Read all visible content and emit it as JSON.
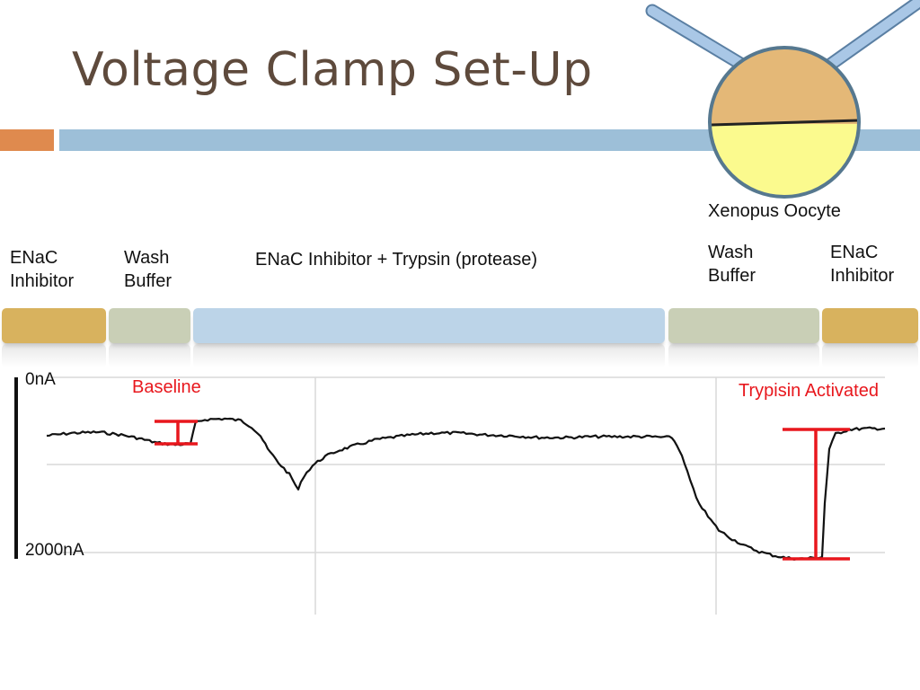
{
  "slide": {
    "title": "Voltage Clamp Set-Up"
  },
  "oocyte": {
    "label": "Xenopus Oocyte",
    "top_color": "#e4b877",
    "bottom_color": "#fbfa8e",
    "pipette_color": "#a9c7e6"
  },
  "segments": [
    {
      "label": "ENaC\nInhibitor",
      "color": "#d8b25e"
    },
    {
      "label": "Wash\nBuffer",
      "color": "#c9cfb6"
    },
    {
      "label": "ENaC Inhibitor + Trypsin (protease)",
      "color": "#bcd4e8"
    },
    {
      "label": "Wash\nBuffer",
      "color": "#c9cfb6"
    },
    {
      "label": "ENaC\nInhibitor",
      "color": "#d8b25e"
    }
  ],
  "axis": {
    "top_label": "0nA",
    "bottom_label": "2000nA"
  },
  "annotations": {
    "baseline": "Baseline",
    "trypsin": "Trypisin Activated",
    "color": "#e8171d"
  },
  "trace": {
    "points": [
      [
        52,
        485
      ],
      [
        80,
        482
      ],
      [
        110,
        481
      ],
      [
        135,
        484
      ],
      [
        155,
        488
      ],
      [
        175,
        493
      ],
      [
        195,
        495
      ],
      [
        212,
        494
      ],
      [
        218,
        470
      ],
      [
        228,
        467
      ],
      [
        250,
        466
      ],
      [
        268,
        468
      ],
      [
        280,
        475
      ],
      [
        290,
        485
      ],
      [
        298,
        500
      ],
      [
        310,
        515
      ],
      [
        322,
        528
      ],
      [
        332,
        545
      ],
      [
        338,
        530
      ],
      [
        348,
        518
      ],
      [
        362,
        508
      ],
      [
        378,
        501
      ],
      [
        398,
        495
      ],
      [
        420,
        489
      ],
      [
        450,
        485
      ],
      [
        480,
        482
      ],
      [
        510,
        482
      ],
      [
        540,
        484
      ],
      [
        570,
        485
      ],
      [
        600,
        487
      ],
      [
        630,
        487
      ],
      [
        660,
        486
      ],
      [
        690,
        486
      ],
      [
        720,
        486
      ],
      [
        748,
        487
      ],
      [
        756,
        500
      ],
      [
        765,
        525
      ],
      [
        775,
        555
      ],
      [
        788,
        575
      ],
      [
        800,
        590
      ],
      [
        815,
        600
      ],
      [
        830,
        608
      ],
      [
        845,
        614
      ],
      [
        860,
        618
      ],
      [
        875,
        621
      ],
      [
        890,
        622
      ],
      [
        905,
        621
      ],
      [
        915,
        620
      ],
      [
        918,
        560
      ],
      [
        923,
        500
      ],
      [
        930,
        483
      ],
      [
        945,
        478
      ],
      [
        965,
        477
      ],
      [
        985,
        477
      ]
    ]
  }
}
